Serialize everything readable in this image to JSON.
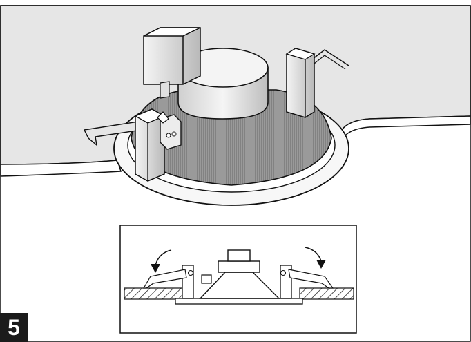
{
  "figure": {
    "step_number": "5",
    "colors": {
      "ceiling": "#e6e6e6",
      "outline": "#111111",
      "cone": "#8f8f8f",
      "magnet": "#f2f2f2",
      "trim": "#f7f7f7",
      "hatch": "#222222"
    },
    "parts": [
      "ceiling-panel",
      "speaker-trim-ring",
      "speaker-cone",
      "speaker-magnet",
      "mounting-clamps",
      "terminal-block",
      "cross-section-inset",
      "rotation-arrows"
    ]
  }
}
